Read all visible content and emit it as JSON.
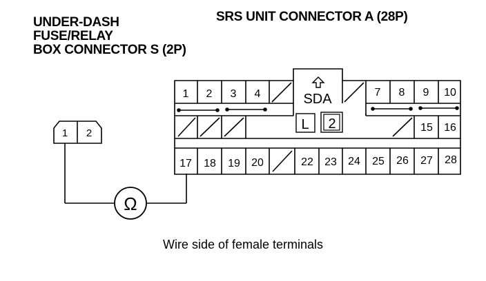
{
  "fuse_box_title": [
    "UNDER-DASH",
    "FUSE/RELAY",
    "BOX CONNECTOR S (2P)"
  ],
  "srs_title": "SRS UNIT CONNECTOR A (28P)",
  "caption": "Wire side of female terminals",
  "box_connector_pins": [
    "1",
    "2"
  ],
  "srs_connector": {
    "tab_label": "SDA",
    "lock_symbol": "L",
    "lock_number": "2",
    "row1_left": [
      "1",
      "2",
      "3",
      "4"
    ],
    "row1_right": [
      "7",
      "8",
      "9",
      "10"
    ],
    "row2_right": [
      "15",
      "16"
    ],
    "row3": [
      "17",
      "18",
      "19",
      "20",
      "",
      "22",
      "23",
      "24",
      "25",
      "26",
      "27",
      "28"
    ]
  },
  "meter_symbol": "Ω"
}
